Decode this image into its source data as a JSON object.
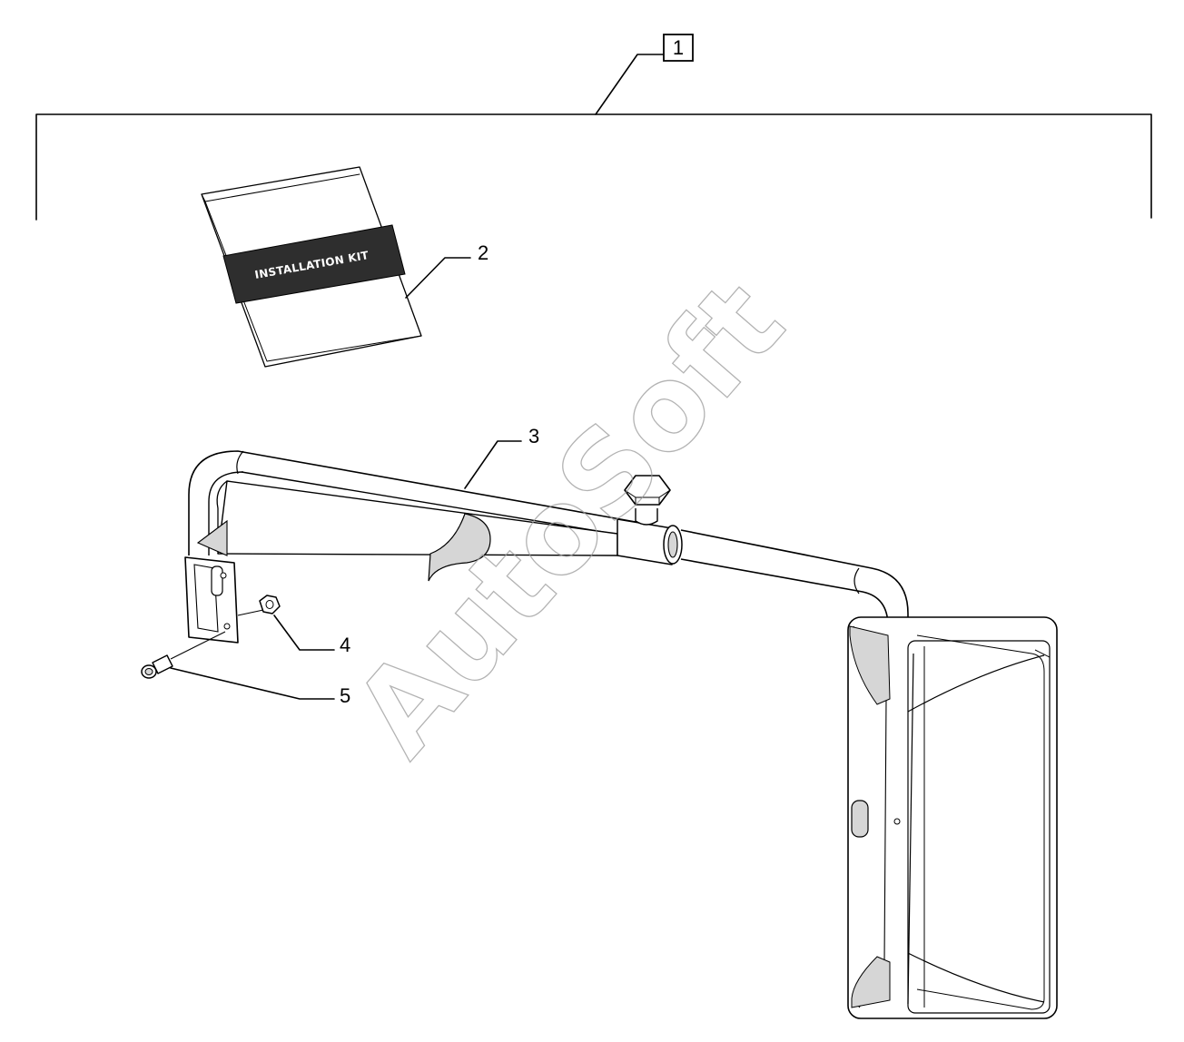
{
  "callouts": [
    "1",
    "2",
    "3",
    "4",
    "5"
  ],
  "book_label": "INSTALLATION KIT",
  "watermark": "AutoSoft",
  "colors": {
    "line": "#000000",
    "background": "#ffffff",
    "shade": "#d6d6d6",
    "book_band": "#2e2e2e",
    "watermark": "#9a9a9a"
  }
}
